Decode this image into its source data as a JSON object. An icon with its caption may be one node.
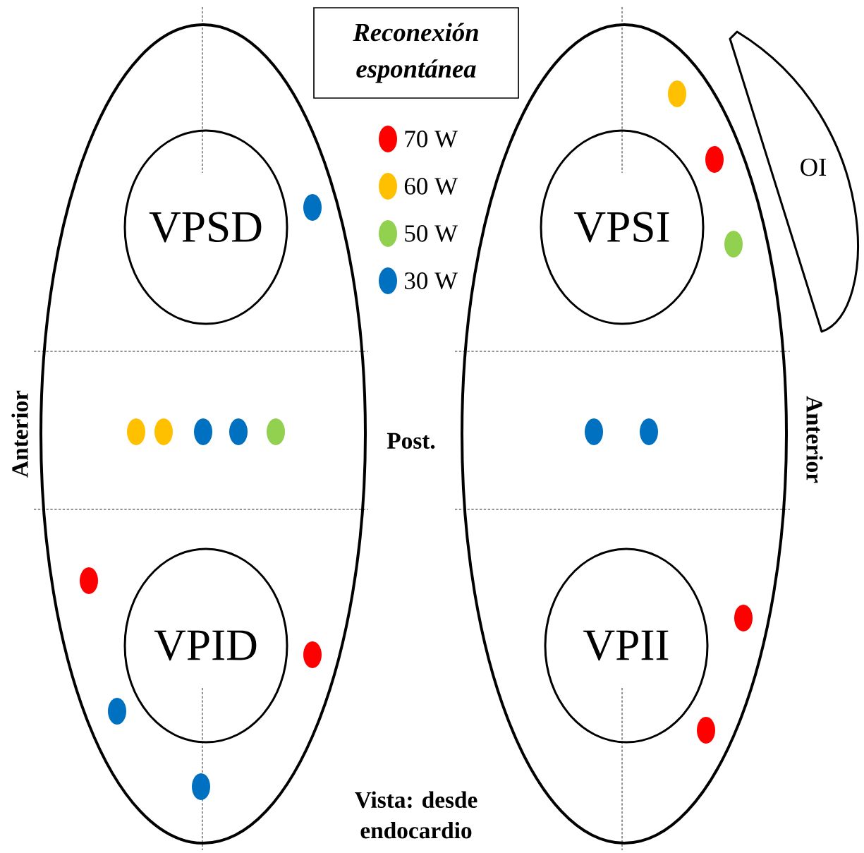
{
  "diagram": {
    "nodes": [
      {
        "text": [
          "Reconexión espontánea"
        ]
      },
      {
        "text": [],
        "shape": "ellipse"
      },
      {
        "text": [
          "VPSD"
        ],
        "in": 1
      },
      {
        "text": [
          "VPID"
        ],
        "in": 1
      },
      {
        "text": [],
        "shape": "ellipse"
      },
      {
        "text": [
          "VPSI"
        ],
        "in": 4
      },
      {
        "text": [
          "VPII"
        ],
        "in": 4
      },
      {
        "text": [
          "OI"
        ]
      }
    ],
    "labels": [
      "Anterior",
      "Post.",
      "Anterior",
      "Vista: desde endocardio"
    ],
    "legend": [
      {
        "text": "70 W",
        "color": "#ff0000"
      },
      {
        "text": "60 W",
        "color": "#ffc000"
      },
      {
        "text": "50 W",
        "color": "#92d050"
      },
      {
        "text": "30 W",
        "color": "#0070c0"
      }
    ]
  }
}
